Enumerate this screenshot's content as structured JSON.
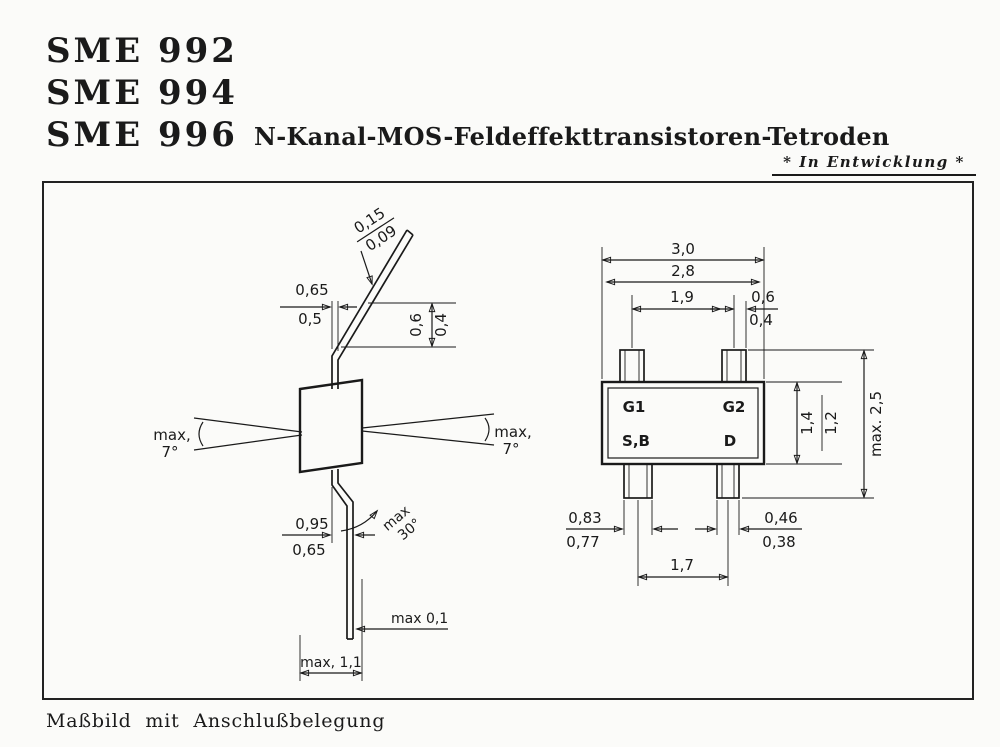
{
  "header": {
    "models": [
      "SME 992",
      "SME 994",
      "SME 996"
    ],
    "title": "N-Kanal-MOS-Feldeffekttransistoren-Tetroden",
    "development_note": "* In Entwicklung *"
  },
  "caption": "Maßbild mit Anschlußbelegung",
  "colors": {
    "ink": "#1a1a1a",
    "paper": "#fbfbf9"
  },
  "side_view": {
    "lead_thickness_max": "0,15",
    "lead_thickness_min": "0,09",
    "lead_width_max": "0,65",
    "lead_width_min": "0,5",
    "shoulder_height_max": "0,6",
    "shoulder_height_min": "0,4",
    "lead_angle_left_label": "max,",
    "lead_angle_left_value": "7°",
    "lead_angle_right_label": "max,",
    "lead_angle_right_value": "7°",
    "foot_width_max": "0,95",
    "foot_width_min": "0,65",
    "bend_angle_label": "max",
    "bend_angle_value": "30°",
    "standoff": "max 0,1",
    "body_thickness": "max, 1,1"
  },
  "top_view": {
    "body_width_max": "3,0",
    "body_width_min": "2,8",
    "gate_pin_pitch": "1,9",
    "gate_pin_width_max": "0,6",
    "gate_pin_width_min": "0,4",
    "body_depth_max": "1,4",
    "body_depth_min": "1,2",
    "overall_depth": "max. 2,5",
    "source_pin_width_max": "0,83",
    "source_pin_width_min": "0,77",
    "drain_pin_width_max": "0,46",
    "drain_pin_width_min": "0,38",
    "bottom_pin_pitch": "1,7",
    "pin_labels": {
      "gate1": "G1",
      "gate2": "G2",
      "source_bulk": "S,B",
      "drain": "D"
    }
  }
}
